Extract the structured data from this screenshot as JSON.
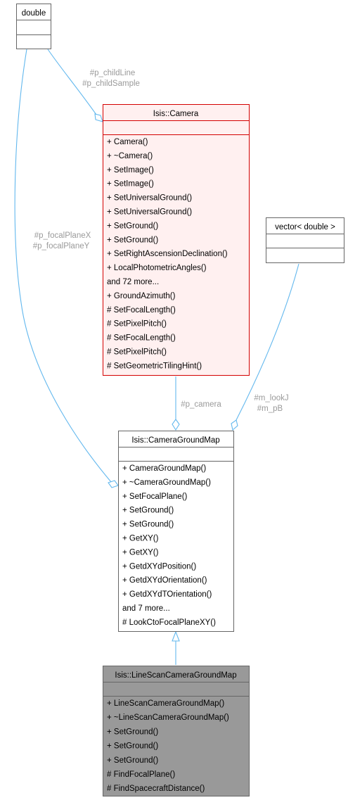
{
  "nodes": {
    "double": {
      "title": "double"
    },
    "camera": {
      "title": "Isis::Camera",
      "colors": {
        "fill": "#fff0f0",
        "stroke": "#d40000"
      },
      "members": [
        "+ Camera()",
        "+ ~Camera()",
        "+ SetImage()",
        "+ SetImage()",
        "+ SetUniversalGround()",
        "+ SetUniversalGround()",
        "+ SetGround()",
        "+ SetGround()",
        "+ SetRightAscensionDeclination()",
        "+ LocalPhotometricAngles()",
        "and 72 more...",
        "+ GroundAzimuth()",
        "# SetFocalLength()",
        "# SetPixelPitch()",
        "# SetFocalLength()",
        "# SetPixelPitch()",
        "# SetGeometricTilingHint()"
      ]
    },
    "vector": {
      "title": "vector< double >"
    },
    "cameraGroundMap": {
      "title": "Isis::CameraGroundMap",
      "colors": {
        "fill": "#ffffff",
        "stroke": "#666666"
      },
      "members": [
        "+ CameraGroundMap()",
        "+ ~CameraGroundMap()",
        "+ SetFocalPlane()",
        "+ SetGround()",
        "+ SetGround()",
        "+ GetXY()",
        "+ GetXY()",
        "+ GetdXYdPosition()",
        "+ GetdXYdOrientation()",
        "+ GetdXYdTOrientation()",
        "and 7 more...",
        "# LookCtoFocalPlaneXY()"
      ]
    },
    "lineScan": {
      "title": "Isis::LineScanCameraGroundMap",
      "colors": {
        "fill": "#999999",
        "stroke": "#666666"
      },
      "members": [
        "+ LineScanCameraGroundMap()",
        "+ ~LineScanCameraGroundMap()",
        "+ SetGround()",
        "+ SetGround()",
        "+ SetGround()",
        "# FindFocalPlane()",
        "# FindSpacecraftDistance()"
      ]
    }
  },
  "edges": {
    "double_to_camera": [
      "#p_childLine",
      "#p_childSample"
    ],
    "double_to_groundmap": [
      "#p_focalPlaneX",
      "#p_focalPlaneY"
    ],
    "camera_to_groundmap": [
      "#p_camera"
    ],
    "vector_to_groundmap": [
      "#m_lookJ",
      "#m_pB"
    ]
  },
  "colors": {
    "edge": "#63b8ee",
    "label": "#9a9a9a"
  }
}
